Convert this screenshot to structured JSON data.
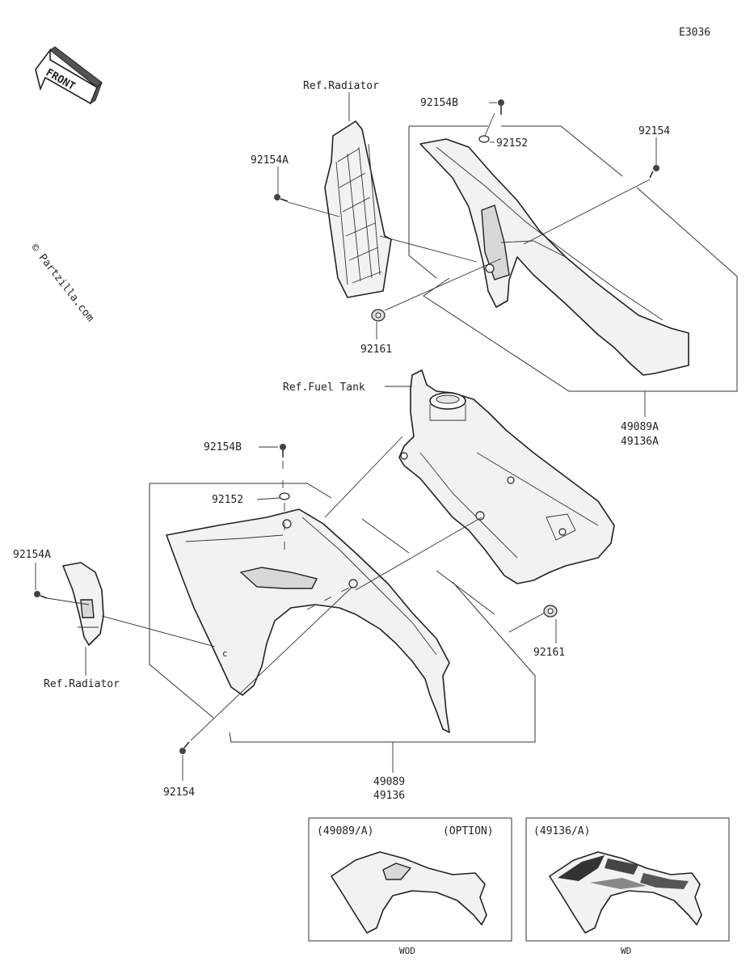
{
  "diagram_code": "E3036",
  "front_label": "FRONT",
  "watermark": "© Partzilla.com",
  "labels": {
    "ref_radiator_top": "Ref.Radiator",
    "p92154B_top": "92154B",
    "p92152_top": "92152",
    "p92154_top": "92154",
    "p92154A_top": "92154A",
    "p92161_top": "92161",
    "p49089A": "49089A",
    "p49136A": "49136A",
    "ref_fuel_tank": "Ref.Fuel Tank",
    "p92154B_mid": "92154B",
    "p92152_mid": "92152",
    "p92154A_left": "92154A",
    "ref_radiator_left": "Ref.Radiator",
    "p92161_right": "92161",
    "p92154_bottom": "92154",
    "p49089": "49089",
    "p49136": "49136"
  },
  "insets": [
    {
      "label": "(49089/A)",
      "note": "(OPTION)",
      "caption": "WOD"
    },
    {
      "label": "(49136/A)",
      "note": "",
      "caption": "WD"
    }
  ]
}
